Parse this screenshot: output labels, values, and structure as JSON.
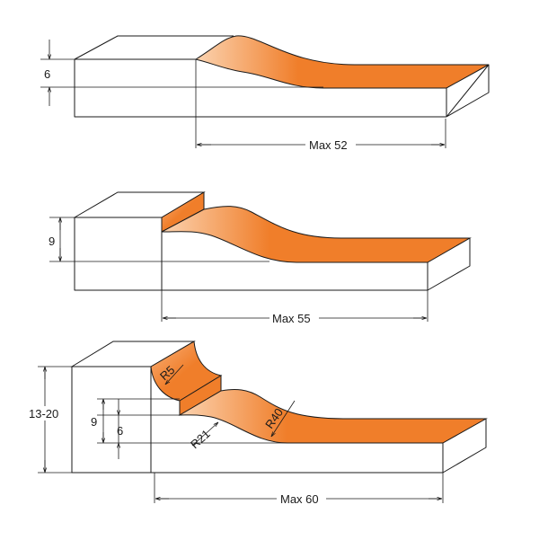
{
  "colors": {
    "profile": "#f07e2a",
    "profile_light": "#fbd3b0",
    "line": "#1a1a1a",
    "background": "#ffffff"
  },
  "profiles": [
    {
      "thickness_label": "6",
      "max_label": "Max 52"
    },
    {
      "thickness_label": "9",
      "max_label": "Max 55"
    },
    {
      "height_label": "13-20",
      "depth_label_outer": "9",
      "depth_label_inner": "6",
      "radius_small": "R5",
      "radius_mid": "R21",
      "radius_large": "R40",
      "max_label": "Max 60"
    }
  ]
}
